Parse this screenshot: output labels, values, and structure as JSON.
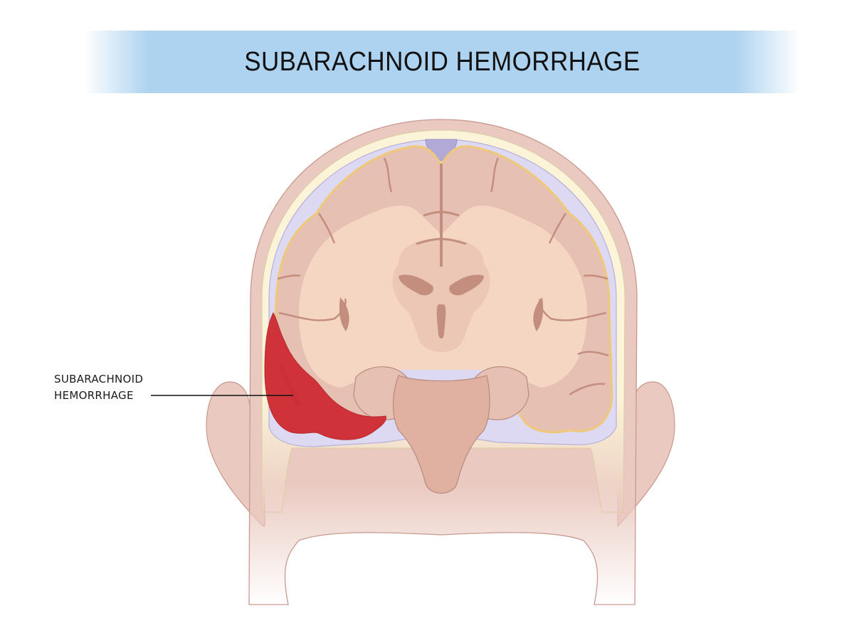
{
  "title": "SUBARACHNOID HEMORRHAGE",
  "annotations": [
    {
      "line1": "SUBARACHNOID",
      "line2": "HEMORRHAGE",
      "points_to": "hemorrhage-region"
    }
  ],
  "colors": {
    "title_band": "#aed3f0",
    "skin": "#eac9c0",
    "skull": "#fbf4d8",
    "csf_space": "#ddd9f2",
    "dura_sinus": "#b3a9d6",
    "meninges_yellow": "#f3d58f",
    "gray_matter": "#e6c0b2",
    "white_matter": "#f4d6c2",
    "sulci": "#c8907f",
    "brainstem": "#e0b0a0",
    "hemorrhage": "#d0323a",
    "outline": "#b88a80"
  }
}
